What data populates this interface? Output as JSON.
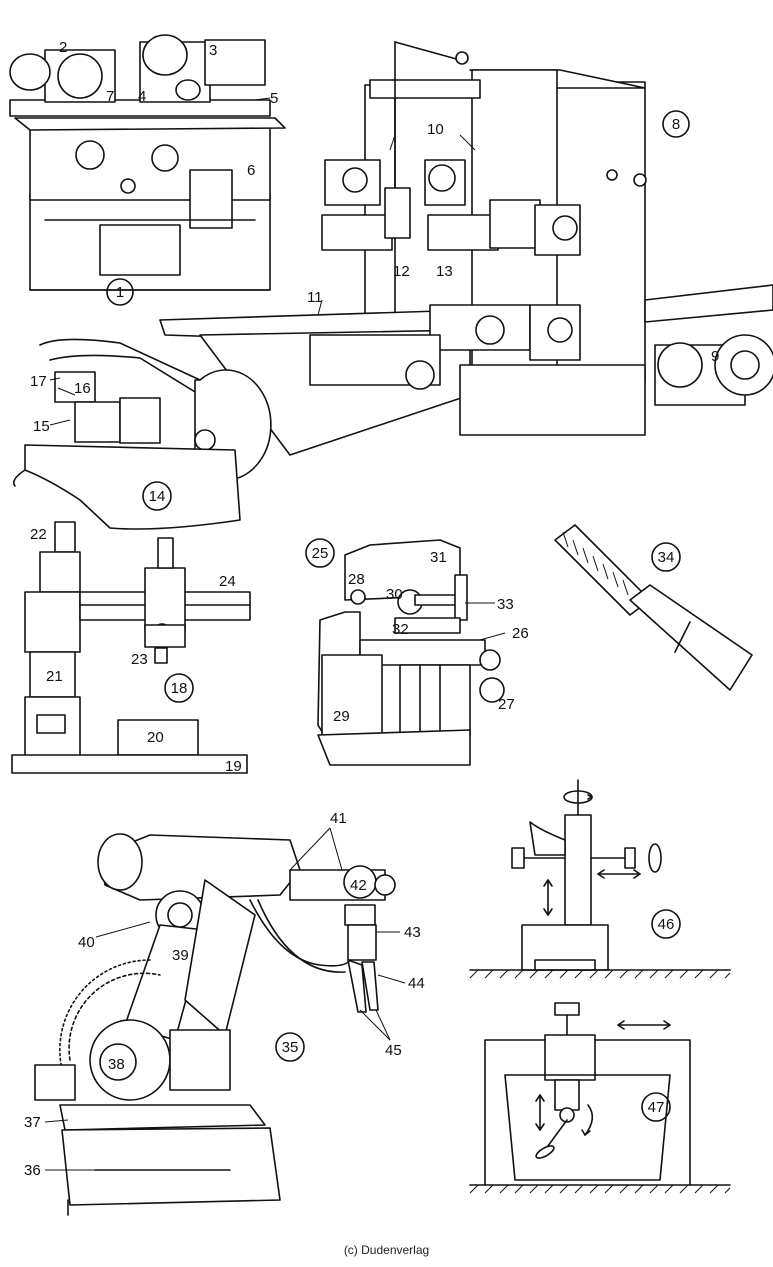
{
  "figures": [
    {
      "id": "fig-1",
      "number": "1"
    },
    {
      "id": "fig-8",
      "number": "8"
    },
    {
      "id": "fig-14",
      "number": "14"
    },
    {
      "id": "fig-18",
      "number": "18"
    },
    {
      "id": "fig-25",
      "number": "25"
    },
    {
      "id": "fig-34",
      "number": "34"
    },
    {
      "id": "fig-35",
      "number": "35"
    },
    {
      "id": "fig-46",
      "number": "46"
    },
    {
      "id": "fig-47",
      "number": "47"
    }
  ],
  "part_labels": [
    "2",
    "3",
    "4",
    "5",
    "6",
    "7",
    "9",
    "10",
    "11",
    "12",
    "13",
    "15",
    "16",
    "17",
    "19",
    "20",
    "21",
    "22",
    "23",
    "24",
    "26",
    "27",
    "28",
    "29",
    "30",
    "31",
    "32",
    "33",
    "36",
    "37",
    "38",
    "39",
    "40",
    "41",
    "42",
    "43",
    "44",
    "45"
  ],
  "credit": "(c) Dudenverlag"
}
